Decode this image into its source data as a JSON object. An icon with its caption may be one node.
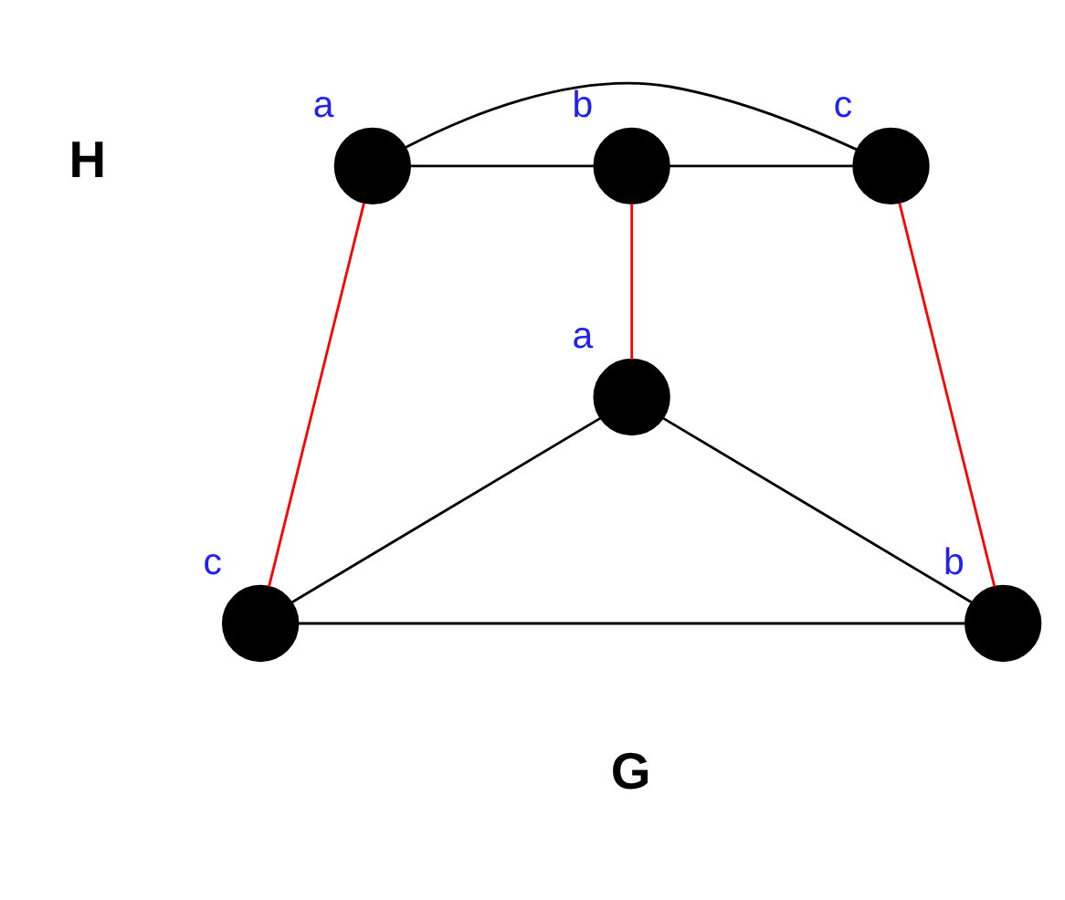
{
  "diagram": {
    "nodes": [
      {
        "text": [],
        "shape": "circle",
        "beside": [
          "a"
        ]
      },
      {
        "text": [],
        "shape": "circle",
        "beside": [
          "b"
        ]
      },
      {
        "text": [],
        "shape": "circle",
        "beside": [
          "c"
        ]
      },
      {
        "text": [],
        "shape": "circle",
        "beside": [
          "a"
        ]
      },
      {
        "text": [],
        "shape": "circle",
        "beside": [
          "c"
        ]
      },
      {
        "text": [],
        "shape": "circle",
        "beside": [
          "b"
        ]
      }
    ],
    "edges": [
      {
        "from": 0,
        "to": 1,
        "arrow": "none"
      },
      {
        "from": 1,
        "to": 2,
        "arrow": "none"
      },
      {
        "from": 0,
        "to": 2,
        "arrow": "none"
      },
      {
        "from": 3,
        "to": 4,
        "arrow": "none"
      },
      {
        "from": 3,
        "to": 5,
        "arrow": "none"
      },
      {
        "from": 4,
        "to": 5,
        "arrow": "none"
      },
      {
        "from": 0,
        "to": 4,
        "arrow": "none",
        "color": "#ff0000"
      },
      {
        "from": 1,
        "to": 3,
        "arrow": "none",
        "color": "#ff0000"
      },
      {
        "from": 2,
        "to": 5,
        "arrow": "none",
        "color": "#ff0000"
      }
    ],
    "labels": [
      "H",
      "G"
    ]
  }
}
